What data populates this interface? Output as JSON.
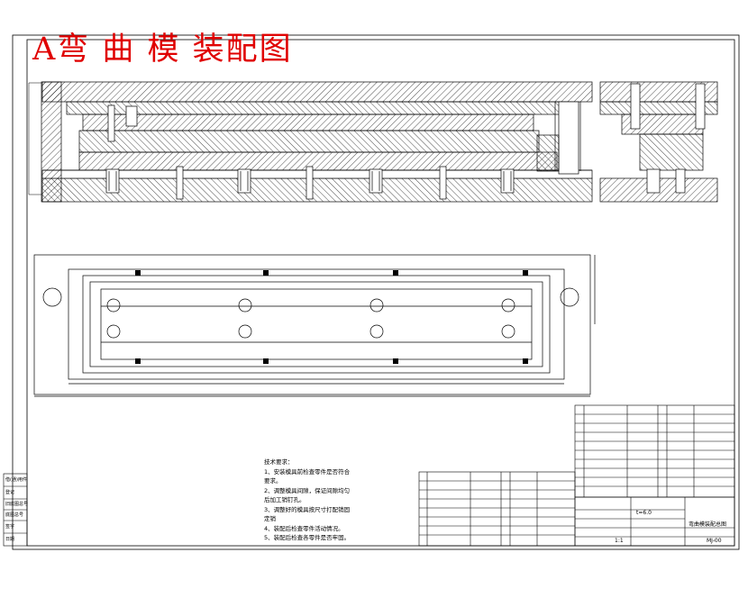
{
  "title": "A弯 曲 模 装配图",
  "tech_notes": {
    "heading": "技术要求：",
    "lines": [
      "1、安装模具前检查零件是否符合",
      "要求。",
      "2、调整模具间隙，保证间隙均匀",
      "后加工销钉孔。",
      "3、调整好的模具按尺寸打配销固",
      "定销",
      "4、装配后检查零件活动情况。",
      "5、装配后检查各零件是否牢固。"
    ]
  },
  "title_block": {
    "scale": "1:1",
    "ratio_text": "t=6.0",
    "drawing_no": "MJ-00",
    "name": "弯曲模装配总图"
  },
  "side_labels": [
    "借(通)用件",
    "登记",
    "旧底图总号",
    "底图总号",
    "签字",
    "日期"
  ],
  "colors": {
    "title": "#e00000",
    "line": "#000000",
    "background": "#ffffff"
  }
}
